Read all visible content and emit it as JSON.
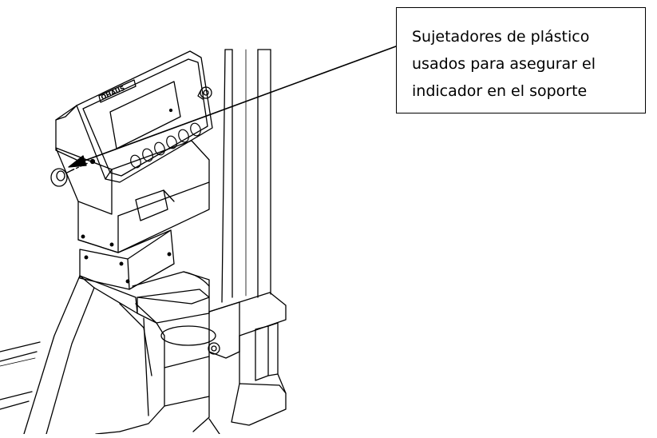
{
  "diagram": {
    "callout": {
      "lines": [
        "Sujetadores de plástico",
        "usados para asegurar el",
        "indicador en el soporte"
      ]
    },
    "indicator": {
      "brand_text": "OHAUS",
      "button_count": 6
    },
    "colors": {
      "line": "#000000",
      "background": "#ffffff"
    },
    "icons": [
      "arrow-icon",
      "plastic-fastener-icon"
    ]
  }
}
